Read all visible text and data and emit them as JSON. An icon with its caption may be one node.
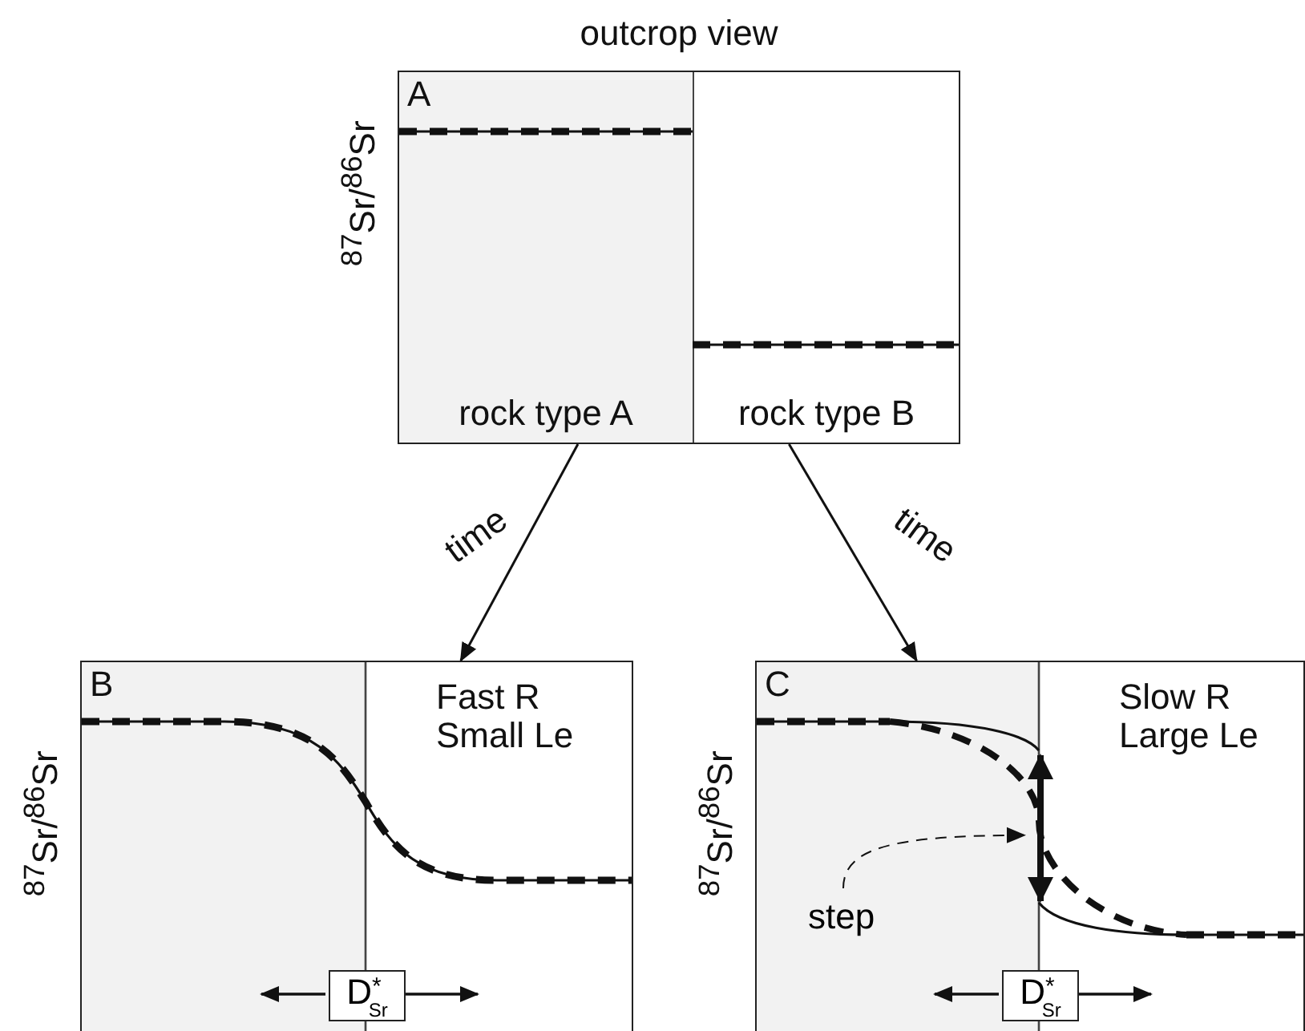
{
  "diagram": {
    "nodes": [
      {
        "text": [
          "outcrop view"
        ],
        "beside": [
          "$^{87}$Sr/$^{86}$Sr"
        ]
      },
      {
        "text": [
          "A",
          "rock type A"
        ],
        "in": 0
      },
      {
        "text": [
          "rock type B"
        ],
        "in": 0
      },
      {
        "text": [
          "B",
          "Fast R Small Le"
        ],
        "beside": [
          "$^{87}$Sr/$^{86}$Sr"
        ]
      },
      {
        "text": [
          "D$^{*}$$_{Sr}$"
        ],
        "in": 3
      },
      {
        "text": [
          "C",
          "Slow R Large Le"
        ],
        "beside": [
          "$^{87}$Sr/$^{86}$Sr"
        ]
      },
      {
        "text": [
          "step"
        ],
        "in": 5
      },
      {
        "text": [
          "D$^{*}$$_{Sr}$"
        ],
        "in": 5
      },
      {
        "text": [],
        "shape": "arrow",
        "in": 5
      }
    ],
    "edges": [
      {
        "from": 0,
        "to": 3,
        "arrow": "to",
        "label": "time"
      },
      {
        "from": 0,
        "to": 5,
        "arrow": "to",
        "label": "time"
      },
      {
        "from": 6,
        "to": 8,
        "arrow": "to",
        "style": "dashed"
      }
    ]
  }
}
